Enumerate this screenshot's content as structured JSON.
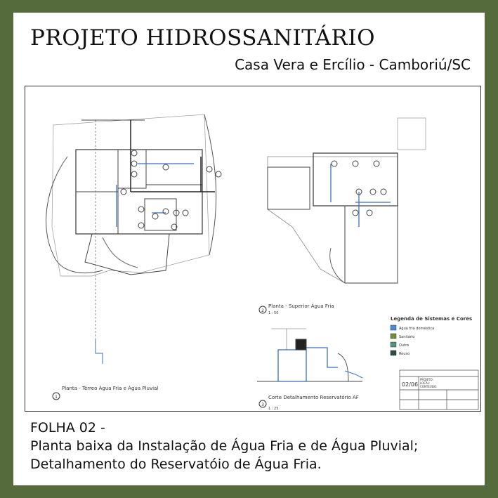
{
  "header": {
    "title": "PROJETO HIDROSSANITÁRIO",
    "subtitle": "Casa Vera e Ercílio - Camboriú/SC"
  },
  "drawing": {
    "view1_label": "Planta - Térreo Água Fria e Água Pluvial",
    "view1_number": "1",
    "view2_label": "Planta - Superior Água Fria",
    "view2_number": "2",
    "view2_scale": "1 : 50",
    "view3_label": "Corte Detalhamento Reservatório AF",
    "view3_number": "3",
    "view3_scale": "1 : 25",
    "legend": {
      "title": "Legenda de Sistemas e Cores",
      "items": [
        {
          "label": "Água fria doméstica",
          "color": "#4a8ccf"
        },
        {
          "label": "Sanitário",
          "color": "#6b8f3a"
        },
        {
          "label": "Outro",
          "color": "#5a8f7a"
        },
        {
          "label": "Reuso",
          "color": "#2f4a4a"
        }
      ]
    },
    "title_block": {
      "sheet_no": "02/06",
      "project_label": "PROJETO:",
      "local_label": "LOCAL:",
      "content_label": "CONTEÚDO:"
    }
  },
  "caption": {
    "line1": "FOLHA 02 -",
    "line2": "Planta baixa da Instalação de Água Fria e de Água Pluvial;",
    "line3": "Detalhamento do Reservatóio de Água Fria."
  },
  "colors": {
    "frame": "#556b3b",
    "pipe_blue": "#3a6fc4"
  }
}
